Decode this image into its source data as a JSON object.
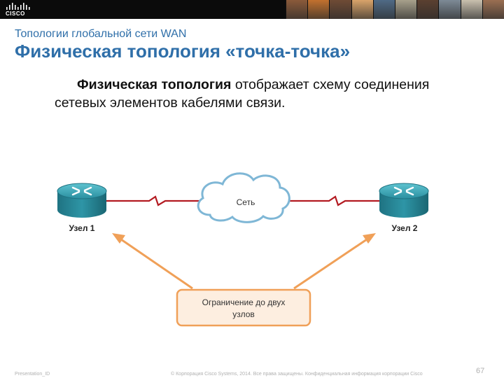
{
  "header": {
    "logo_text": "CISCO",
    "photo_colors": [
      "#8a5a3a",
      "#c2712e",
      "#6f4b35",
      "#d9a36a",
      "#4f6a85",
      "#a7a08b",
      "#5b4030",
      "#7d8a96",
      "#c9c0ae",
      "#9a6f52"
    ]
  },
  "slide": {
    "subtitle": "Топологии глобальной сети WAN",
    "title": "Физическая топология «точка-точка»",
    "desc_bold": "Физическая топология",
    "desc_rest": " отображает схему соединения сетевых элементов кабелями связи."
  },
  "diagram": {
    "node1_label": "Узел 1",
    "node2_label": "Узел 2",
    "cloud_label": "Сеть",
    "limit_label_line1": "Ограничение до двух",
    "limit_label_line2": "узлов",
    "colors": {
      "router": "#2a8fa0",
      "link": "#b31b22",
      "arrow": "#f0a058",
      "box_border": "#f0a058",
      "box_fill": "#fdeee0",
      "cloud_stroke": "#7fb7d6"
    }
  },
  "footer": {
    "left": "Presentation_ID",
    "middle": "© Корпорация Cisco Systems, 2014. Все права защищены. Конфиденциальная информация корпорации Cisco",
    "page": "67"
  }
}
